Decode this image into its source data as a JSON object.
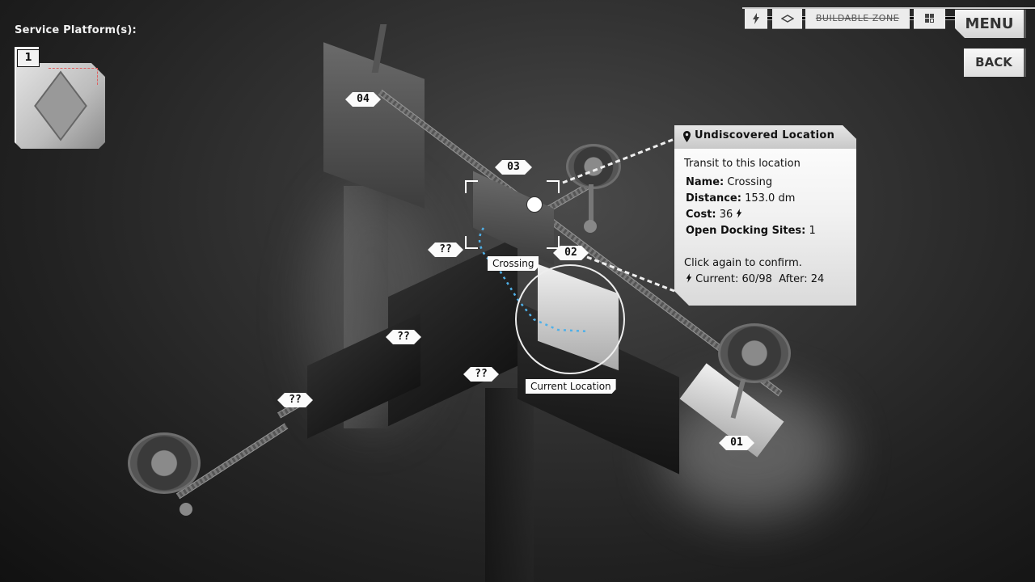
{
  "service_platforms": {
    "title": "Service Platform(s):",
    "items": [
      {
        "number": "1"
      }
    ]
  },
  "toolbar": {
    "power_icon": "lightning-bolt",
    "zone_icon": "diamond",
    "buildable_zone_label": "BUILDABLE ZONE",
    "layout_icon": "grid-squares",
    "menu_label": "MENU",
    "back_label": "BACK"
  },
  "map": {
    "locations": [
      {
        "id": "04",
        "label": "04"
      },
      {
        "id": "03",
        "label": "03"
      },
      {
        "id": "02",
        "label": "02"
      },
      {
        "id": "01",
        "label": "01"
      },
      {
        "id": "u1",
        "label": "??"
      },
      {
        "id": "u2",
        "label": "??"
      },
      {
        "id": "u3",
        "label": "??"
      },
      {
        "id": "u4",
        "label": "??"
      }
    ],
    "selected_name_tag": "Crossing",
    "current_location_tag": "Current Location"
  },
  "tooltip": {
    "title": "Undiscovered Location",
    "subtitle": "Transit to this location",
    "name_label": "Name:",
    "name_value": "Crossing",
    "distance_label": "Distance:",
    "distance_value": "153.0 dm",
    "cost_label": "Cost:",
    "cost_value": "36",
    "docking_label": "Open Docking Sites:",
    "docking_value": "1",
    "confirm_text": "Click again to confirm.",
    "current_text": "Current: 60/98",
    "after_text": "After: 24"
  },
  "colors": {
    "platform_glow": "#3a8fa0",
    "route_dots": "#4fb0e8",
    "label_bg": "#fbfbfb"
  }
}
